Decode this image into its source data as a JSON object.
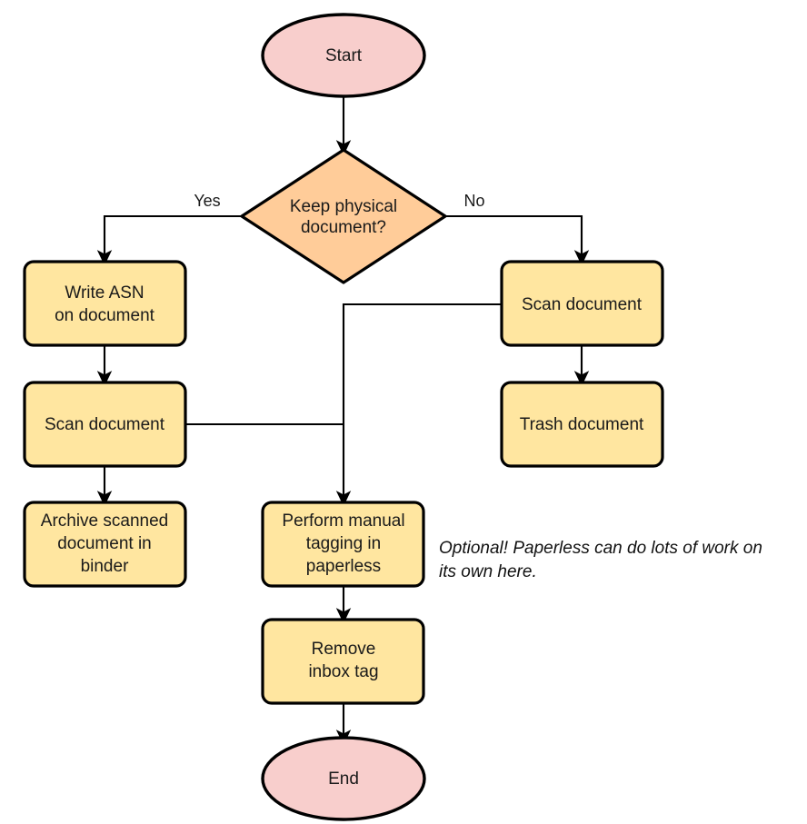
{
  "diagram": {
    "type": "flowchart",
    "orientation": "top-to-bottom",
    "background_color": "#ffffff",
    "palette": {
      "terminator_fill": "#f8cecc",
      "process_fill": "#ffe6a0",
      "decision_fill": "#ffcc99",
      "stroke": "#000000",
      "text": "#1a1a1a"
    },
    "nodes": {
      "start": {
        "label": "Start",
        "shape": "ellipse"
      },
      "decision": {
        "label_line1": "Keep physical",
        "label_line2": "document?",
        "shape": "diamond"
      },
      "write_asn": {
        "label_line1": "Write ASN",
        "label_line2": "on document",
        "shape": "rounded-rect"
      },
      "scan_left": {
        "label": "Scan document",
        "shape": "rounded-rect"
      },
      "archive": {
        "label_line1": "Archive scanned",
        "label_line2": "document in",
        "label_line3": "binder",
        "shape": "rounded-rect"
      },
      "scan_right": {
        "label": "Scan document",
        "shape": "rounded-rect"
      },
      "trash": {
        "label": "Trash document",
        "shape": "rounded-rect"
      },
      "tagging": {
        "label_line1": "Perform manual",
        "label_line2": "tagging in",
        "label_line3": "paperless",
        "shape": "rounded-rect"
      },
      "remove_inbox": {
        "label_line1": "Remove",
        "label_line2": "inbox tag",
        "shape": "rounded-rect"
      },
      "end": {
        "label": "End",
        "shape": "ellipse"
      }
    },
    "edge_labels": {
      "yes": "Yes",
      "no": "No"
    },
    "annotations": {
      "optional_note_line1": "Optional! Paperless can do lots of work on",
      "optional_note_line2": "its own here."
    }
  }
}
